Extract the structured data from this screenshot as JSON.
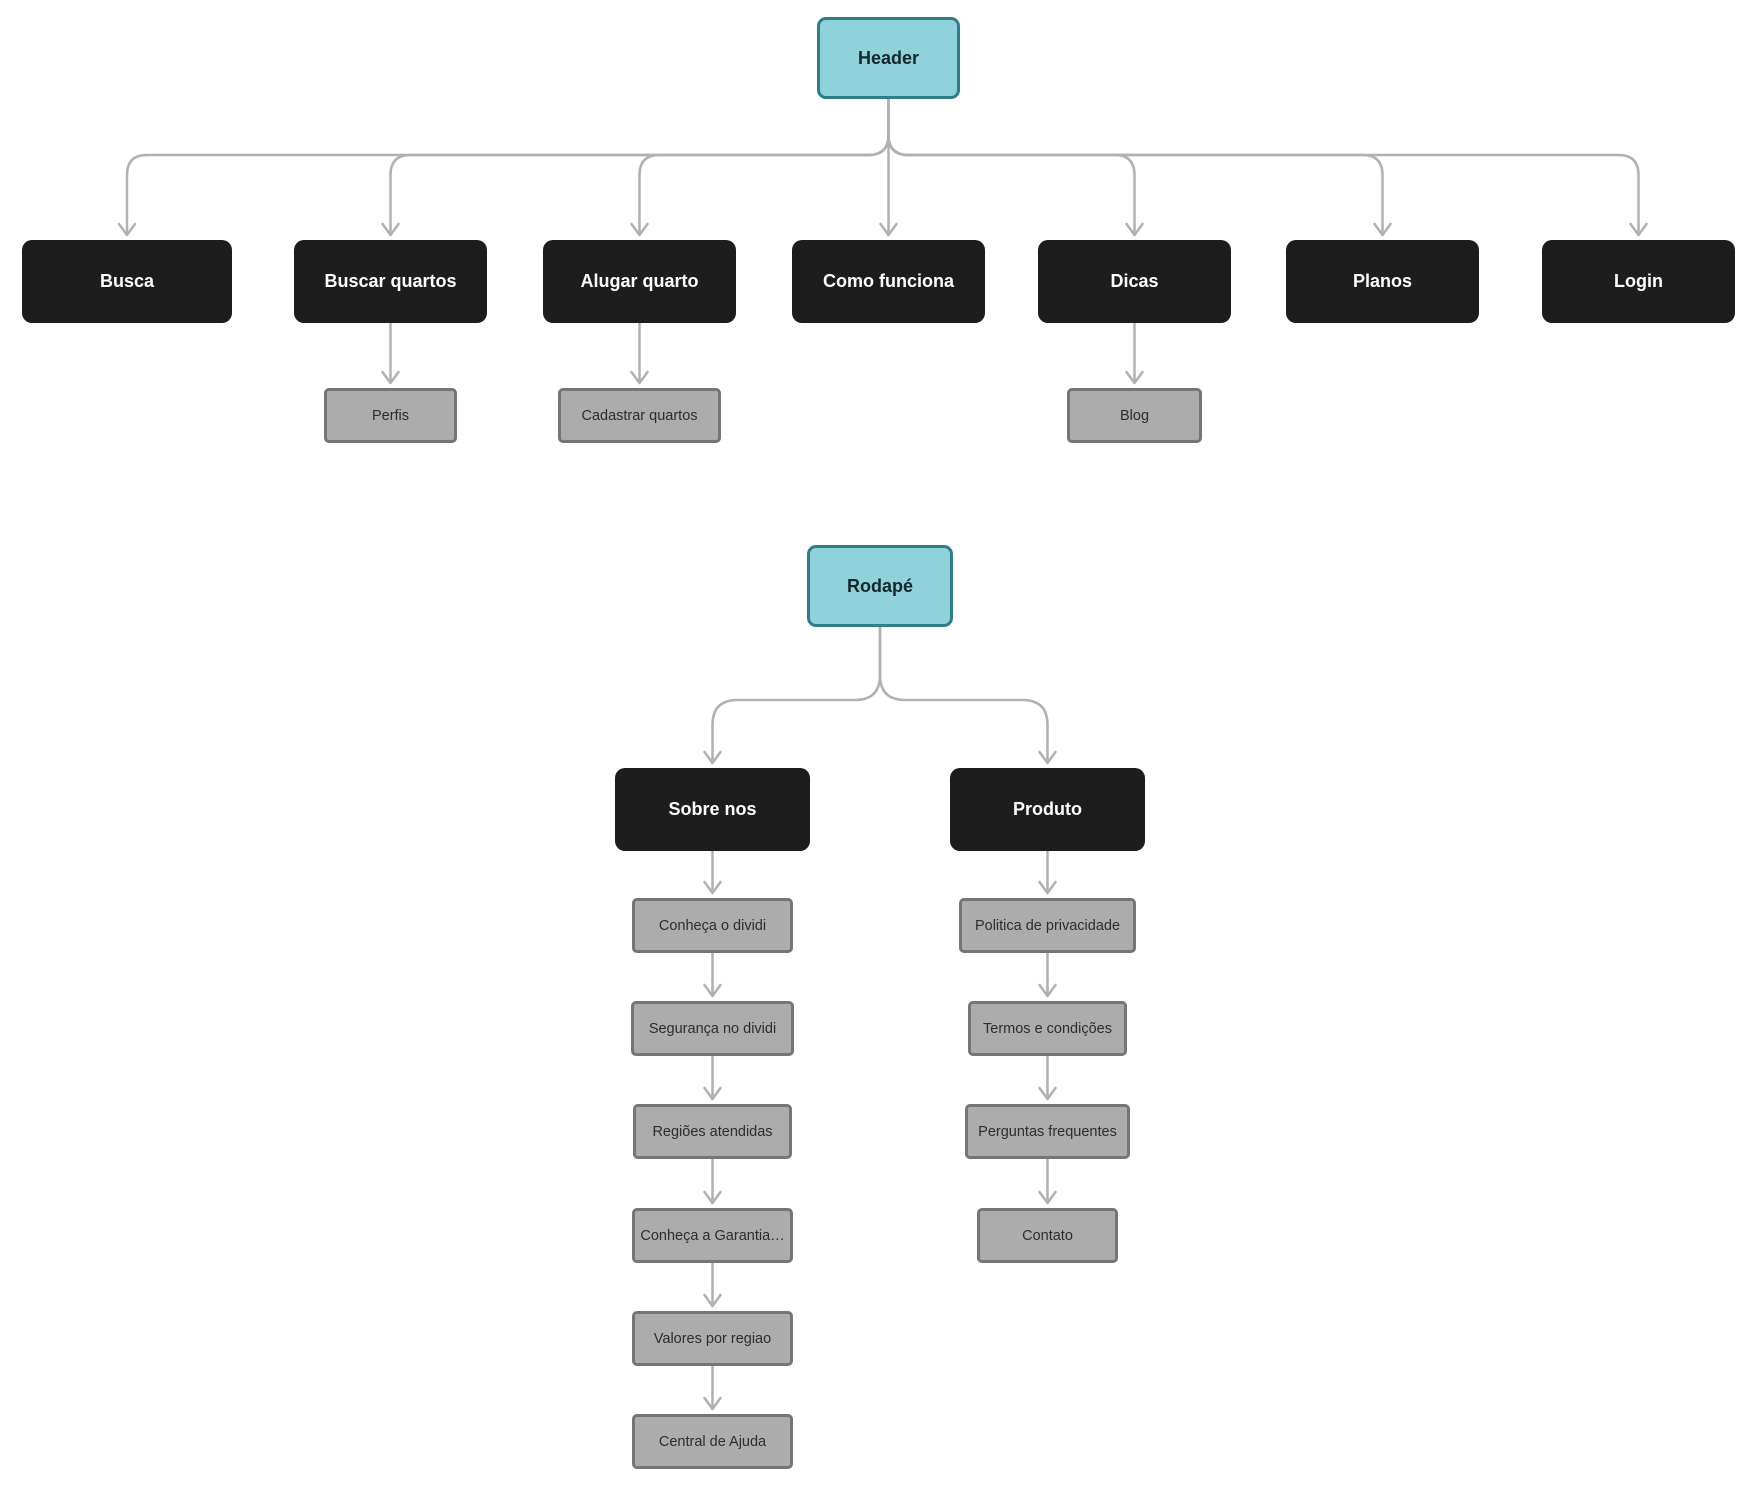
{
  "nodes": {
    "header": {
      "label": "Header"
    },
    "busca": {
      "label": "Busca"
    },
    "buscar_quartos": {
      "label": "Buscar quartos"
    },
    "alugar_quarto": {
      "label": "Alugar quarto"
    },
    "como_funciona": {
      "label": "Como funciona"
    },
    "dicas": {
      "label": "Dicas"
    },
    "planos": {
      "label": "Planos"
    },
    "login": {
      "label": "Login"
    },
    "perfis": {
      "label": "Perfis"
    },
    "cadastrar_quartos": {
      "label": "Cadastrar quartos"
    },
    "blog": {
      "label": "Blog"
    },
    "rodape": {
      "label": "Rodapé"
    },
    "sobre_nos": {
      "label": "Sobre nos"
    },
    "produto": {
      "label": "Produto"
    },
    "conheca_o_dividi": {
      "label": "Conheça o dividi"
    },
    "seguranca_no_dividi": {
      "label": "Segurança no dividi"
    },
    "regioes_atendidas": {
      "label": "Regiões atendidas"
    },
    "conheca_a_garantia": {
      "label": "Conheça a Garantia…"
    },
    "valores_por_regiao": {
      "label": "Valores por regiao"
    },
    "central_de_ajuda": {
      "label": "Central de Ajuda"
    },
    "politica_de_privacidade": {
      "label": "Politica de privacidade"
    },
    "termos_e_condicoes": {
      "label": "Termos e condições"
    },
    "perguntas_frequentes": {
      "label": "Perguntas frequentes"
    },
    "contato": {
      "label": "Contato"
    }
  },
  "colors": {
    "canvas_bg": "#FFFFFF",
    "root_fill": "#8FD2D9",
    "root_border": "#2E7E8A",
    "primary_fill": "#1E1D1E",
    "primary_text": "#FFFFFF",
    "secondary_fill": "#ACACAC",
    "secondary_border": "#757575",
    "connector": "#B1B1B1"
  }
}
